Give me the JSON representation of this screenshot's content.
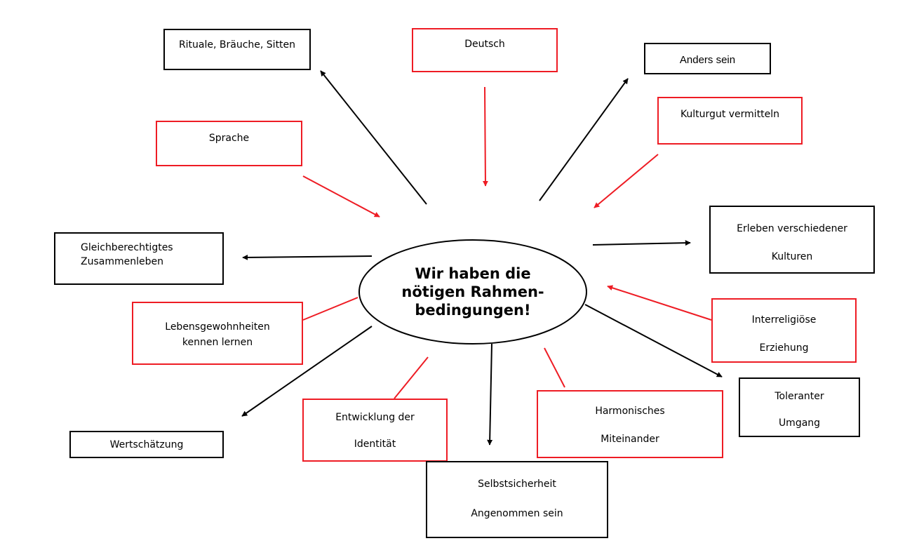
{
  "colors": {
    "red": "#ee1c24",
    "black": "#000000"
  },
  "center": {
    "lines": [
      "Wir haben die",
      "nötigen Rahmen-",
      "bedingungen!"
    ]
  },
  "boxes": {
    "rituale": {
      "lines": [
        "Rituale, Bräuche, Sitten"
      ],
      "color": "black"
    },
    "deutsch": {
      "lines": [
        "Deutsch"
      ],
      "color": "red"
    },
    "anders": {
      "lines": [
        "Anders sein"
      ],
      "color": "black"
    },
    "kulturgut": {
      "lines": [
        "Kulturgut vermitteln"
      ],
      "color": "red"
    },
    "sprache": {
      "lines": [
        "Sprache"
      ],
      "color": "red"
    },
    "erleben": {
      "lines": [
        "Erleben verschiedener",
        "Kulturen"
      ],
      "color": "black"
    },
    "gleich": {
      "lines": [
        "Gleichberechtigtes",
        "Zusammenleben"
      ],
      "color": "black"
    },
    "interreligiose": {
      "lines": [
        "Interreligiöse",
        "Erziehung"
      ],
      "color": "red"
    },
    "lebens": {
      "lines": [
        "Lebensgewohnheiten",
        "kennen lernen"
      ],
      "color": "red"
    },
    "tolerant": {
      "lines": [
        "Toleranter",
        "Umgang"
      ],
      "color": "black"
    },
    "entwicklung": {
      "lines": [
        "Entwicklung der",
        "Identität"
      ],
      "color": "red"
    },
    "harmonisch": {
      "lines": [
        "Harmonisches",
        "Miteinander"
      ],
      "color": "red"
    },
    "wert": {
      "lines": [
        "Wertschätzung"
      ],
      "color": "black"
    },
    "selbst": {
      "lines": [
        "Selbstsicherheit",
        "Angenommen sein"
      ],
      "color": "black"
    }
  }
}
